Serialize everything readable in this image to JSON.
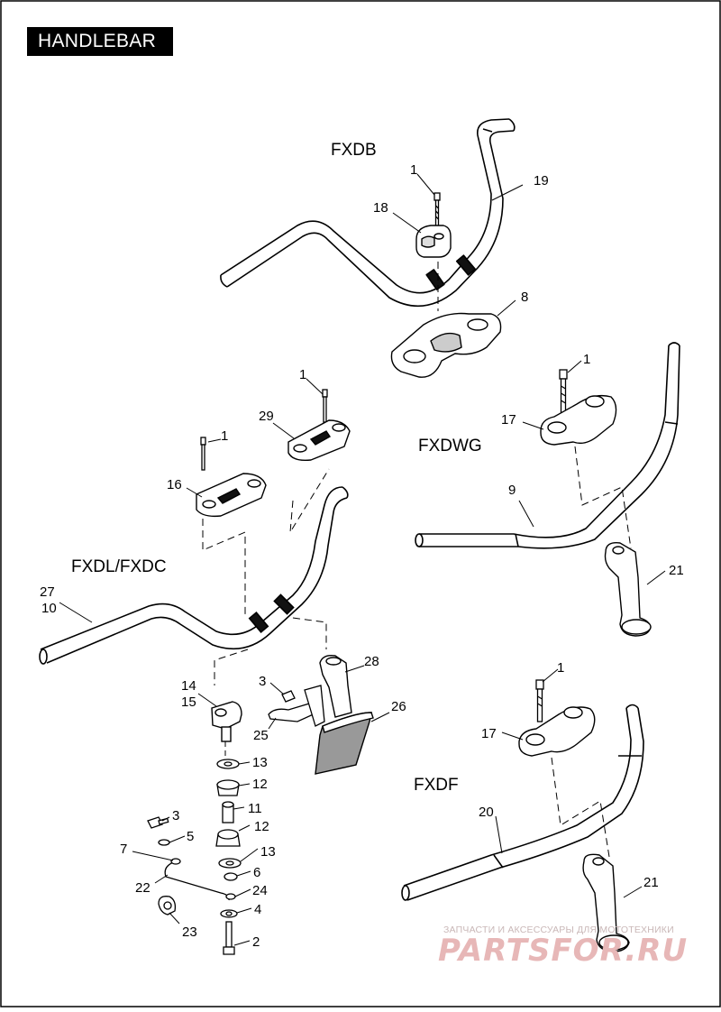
{
  "title": "HANDLEBAR",
  "models": {
    "fxdb": "FXDB",
    "fxdwg": "FXDWG",
    "fxdl": "FXDL/FXDC",
    "fxdf": "FXDF"
  },
  "callouts": {
    "c1a": "1",
    "c1b": "1",
    "c1c": "1",
    "c1d": "1",
    "c1e": "1",
    "c2": "2",
    "c3a": "3",
    "c3b": "3",
    "c4": "4",
    "c5": "5",
    "c6": "6",
    "c7": "7",
    "c8": "8",
    "c9": "9",
    "c10": "10",
    "c11": "11",
    "c12a": "12",
    "c12b": "12",
    "c13a": "13",
    "c13b": "13",
    "c14": "14",
    "c15": "15",
    "c16": "16",
    "c17a": "17",
    "c17b": "17",
    "c18": "18",
    "c19": "19",
    "c20": "20",
    "c21a": "21",
    "c21b": "21",
    "c22": "22",
    "c23": "23",
    "c24": "24",
    "c25": "25",
    "c26": "26",
    "c27": "27",
    "c28": "28",
    "c29": "29"
  },
  "watermark": {
    "small": "ЗАПЧАСТИ И АКСЕССУАРЫ ДЛЯ МОТОТЕХНИКИ",
    "big": "PARTSFOR.RU"
  },
  "colors": {
    "line": "#000000",
    "part_fill": "#ffffff",
    "shade": "#9a9a9a",
    "watermark": "#e7b7b7"
  }
}
